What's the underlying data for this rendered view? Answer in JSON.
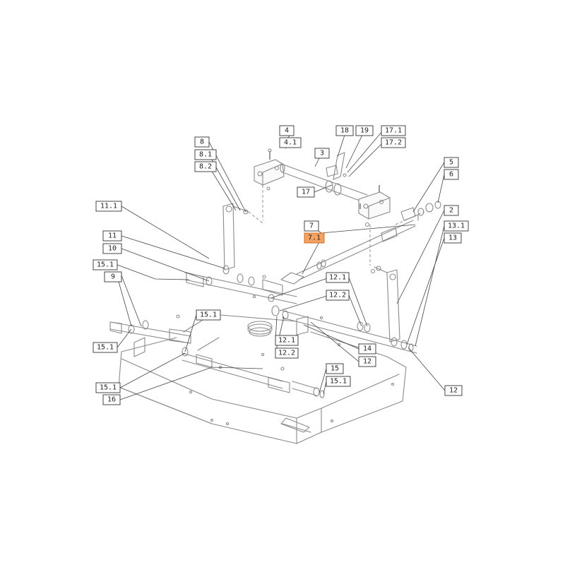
{
  "highlight_color": "#f4a261",
  "callouts": [
    {
      "id": "c-4",
      "label": "4"
    },
    {
      "id": "c-4-1",
      "label": "4.1"
    },
    {
      "id": "c-3",
      "label": "3"
    },
    {
      "id": "c-18",
      "label": "18"
    },
    {
      "id": "c-19",
      "label": "19"
    },
    {
      "id": "c-17-1",
      "label": "17.1"
    },
    {
      "id": "c-17-2",
      "label": "17.2"
    },
    {
      "id": "c-17",
      "label": "17"
    },
    {
      "id": "c-8",
      "label": "8"
    },
    {
      "id": "c-8-1",
      "label": "8.1"
    },
    {
      "id": "c-8-2",
      "label": "8.2"
    },
    {
      "id": "c-5",
      "label": "5"
    },
    {
      "id": "c-6",
      "label": "6"
    },
    {
      "id": "c-2",
      "label": "2"
    },
    {
      "id": "c-13-1",
      "label": "13.1"
    },
    {
      "id": "c-13",
      "label": "13"
    },
    {
      "id": "c-11-1",
      "label": "11.1"
    },
    {
      "id": "c-7",
      "label": "7"
    },
    {
      "id": "c-7-1",
      "label": "7.1",
      "highlighted": true
    },
    {
      "id": "c-11",
      "label": "11"
    },
    {
      "id": "c-10",
      "label": "10"
    },
    {
      "id": "c-15-1-a",
      "label": "15.1"
    },
    {
      "id": "c-9",
      "label": "9"
    },
    {
      "id": "c-12-1-a",
      "label": "12.1"
    },
    {
      "id": "c-12-2-a",
      "label": "12.2"
    },
    {
      "id": "c-15-1-b",
      "label": "15.1"
    },
    {
      "id": "c-15-1-c",
      "label": "15.1"
    },
    {
      "id": "c-12-1-b",
      "label": "12.1"
    },
    {
      "id": "c-12-2-b",
      "label": "12.2"
    },
    {
      "id": "c-14",
      "label": "14"
    },
    {
      "id": "c-12-a",
      "label": "12"
    },
    {
      "id": "c-15",
      "label": "15"
    },
    {
      "id": "c-15-1-d",
      "label": "15.1"
    },
    {
      "id": "c-15-1-e",
      "label": "15.1"
    },
    {
      "id": "c-16",
      "label": "16"
    },
    {
      "id": "c-12-b",
      "label": "12"
    }
  ]
}
